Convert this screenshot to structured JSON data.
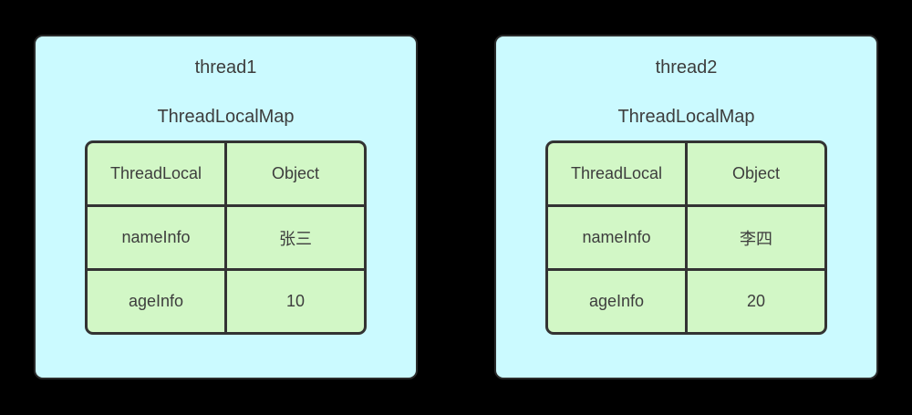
{
  "canvas": {
    "background": "#000000"
  },
  "colors": {
    "panel_fill": "#cbfaff",
    "panel_border": "#2b2b2b",
    "table_fill": "#d2f7c6",
    "table_border": "#333333",
    "text": "#3d3d3d"
  },
  "threads": [
    {
      "title": "thread1",
      "map_label": "ThreadLocalMap",
      "table": {
        "headers": [
          "ThreadLocal",
          "Object"
        ],
        "rows": [
          [
            "nameInfo",
            "张三"
          ],
          [
            "ageInfo",
            "10"
          ]
        ]
      }
    },
    {
      "title": "thread2",
      "map_label": "ThreadLocalMap",
      "table": {
        "headers": [
          "ThreadLocal",
          "Object"
        ],
        "rows": [
          [
            "nameInfo",
            "李四"
          ],
          [
            "ageInfo",
            "20"
          ]
        ]
      }
    }
  ]
}
